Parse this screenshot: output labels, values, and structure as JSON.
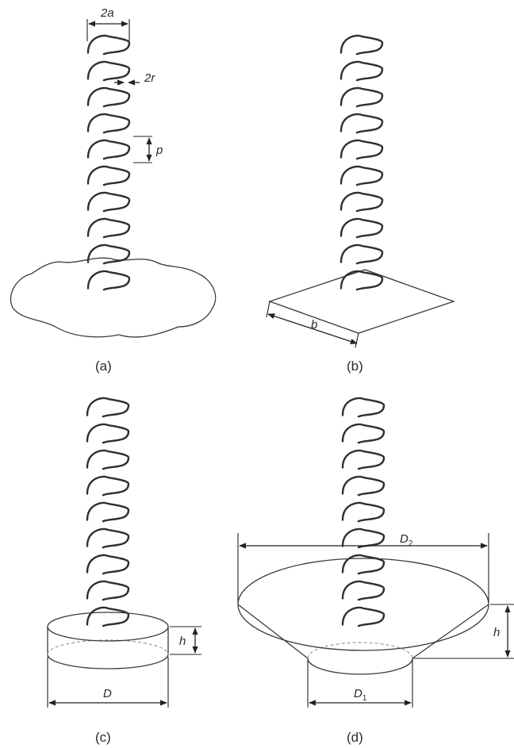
{
  "panels": [
    {
      "id": "a",
      "caption": "(a)",
      "ground": "irregular plane"
    },
    {
      "id": "b",
      "caption": "(b)",
      "ground": "square plate"
    },
    {
      "id": "c",
      "caption": "(c)",
      "ground": "cylinder"
    },
    {
      "id": "d",
      "caption": "(d)",
      "ground": "truncated cone"
    }
  ],
  "labels": {
    "a": {
      "coil_diameter": "2a",
      "wire_diameter": "2r",
      "pitch": "p"
    },
    "b": {
      "side": "b"
    },
    "c": {
      "diameter": "D",
      "height": "h"
    },
    "d": {
      "top_diameter": "D",
      "top_sub": "2",
      "bottom_diameter": "D",
      "bottom_sub": "1",
      "height": "h"
    }
  }
}
